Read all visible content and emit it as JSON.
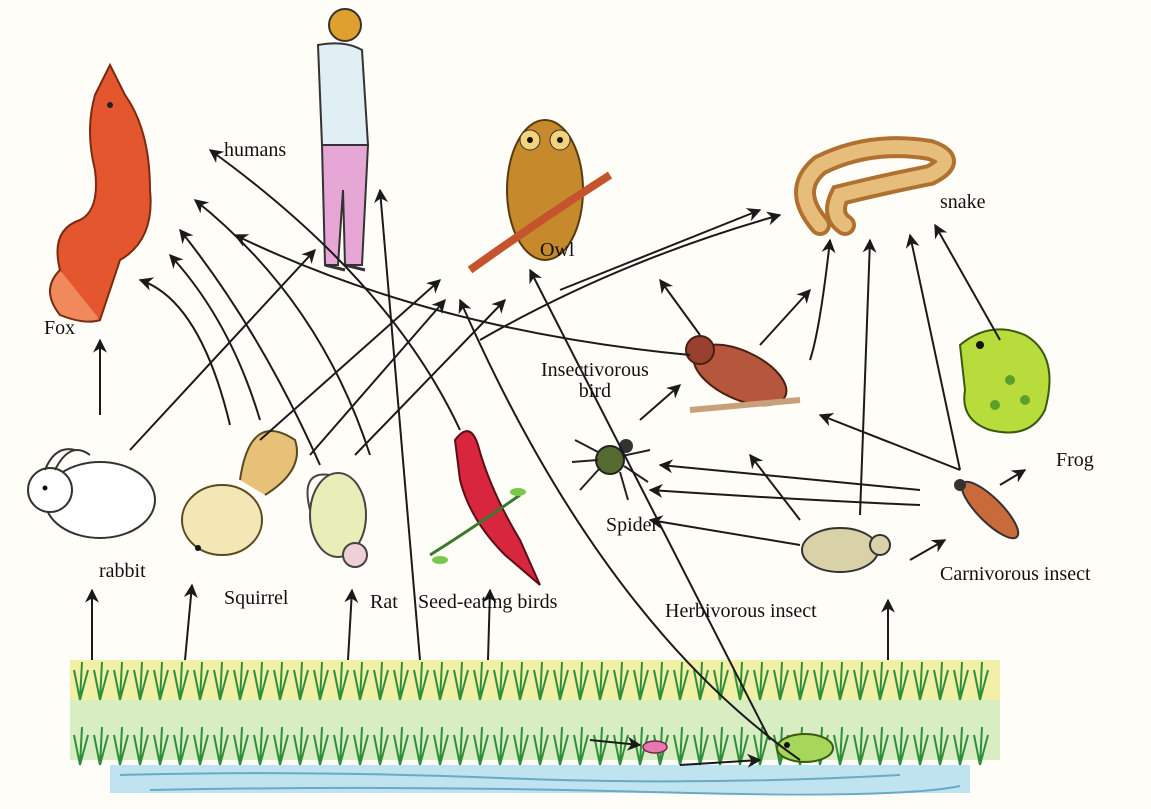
{
  "diagram": {
    "labels": {
      "fox": "Fox",
      "humans": "humans",
      "owl": "Owl",
      "snake": "snake",
      "insectivorous_bird_line1": "Insectivorous",
      "insectivorous_bird_line2": "bird",
      "frog": "Frog",
      "rabbit": "rabbit",
      "squirrel": "Squirrel",
      "rat": "Rat",
      "seed_eating_birds": "Seed-eating birds",
      "spider": "Spider",
      "herbivorous_insect": "Herbivorous insect",
      "carnivorous_insect": "Carnivorous insect"
    },
    "colors": {
      "fox": "#e4572e",
      "owl": "#c68a2c",
      "snake": "#d9a35a",
      "frog": "#b8dc3c",
      "cardinal": "#d7263d",
      "insect_bird": "#b5563d",
      "grass_green": "#3aa54a",
      "grass_yellow": "#e7e36a",
      "water": "#9fd6e8",
      "arrow": "#1a1a1a"
    },
    "icons": [
      "fox-icon",
      "human-icon",
      "owl-icon",
      "snake-icon",
      "insectivorous-bird-icon",
      "frog-icon",
      "rabbit-icon",
      "squirrel-icon",
      "rat-icon",
      "seed-eating-bird-icon",
      "spider-icon",
      "herbivorous-insect-icon",
      "carnivorous-insect-icon",
      "shrimp-icon",
      "fish-icon",
      "rice-field-icon"
    ]
  }
}
